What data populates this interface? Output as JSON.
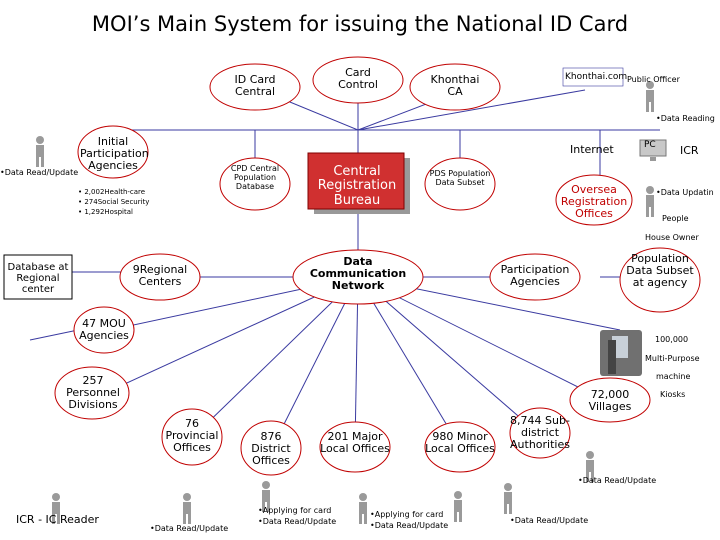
{
  "title": "MOI’s Main System  for issuing  the National ID Card",
  "nodes": {
    "id_card_central": "ID Card Central",
    "card_control": "Card Control",
    "khonthai_ca": "Khonthai CA",
    "khonthai_com": "Khonthai.com",
    "public_officer": "Public Officer",
    "initial_participation": "Initial Participation Agencies",
    "cpd": "CPD Central Population Database",
    "central_registration": "Central Registration Bureau",
    "pds": "PDS Population Data Subset",
    "internet": "Internet",
    "oversea": "Oversea Registration Offices",
    "pc": "PC",
    "icr": "ICR",
    "data_comm": "Data Communication Network",
    "regional_db": "Database at Regional center",
    "regional_centers": "9Regional Centers",
    "participation_agencies": "Participation Agencies",
    "population_subset": "Population Data Subset at agency",
    "mou": "47 MOU Agencies",
    "personnel": "257 Personnel Divisions",
    "provincial": "76 Provincial Offices",
    "district": "876 District Offices",
    "major_local": "201 Major Local Offices",
    "minor_local": "980 Minor Local Offices",
    "subdistrict": "8,744 Sub-district Authorities",
    "villages": "72,000 Villages"
  },
  "labels": {
    "data_reading": "•Data Reading",
    "data_read_update_left": "•Data Read/Update",
    "health": "• 2,002Health-care",
    "social": "• 274Social Security",
    "hospital": "•    1,292Hospital",
    "data_updating": "•Data Updatin",
    "people": "People",
    "house_owner": "House Owner",
    "machines_count": "100,000",
    "machines_type": "Multi-Purpose",
    "machine": "machine",
    "kiosks": "Kiosks",
    "read_update_right": "•Data Read/Update",
    "icr_reader": "ICR - IC Reader",
    "read_update_bl": "•Data Read/Update",
    "apply1": "•Applying for card",
    "read_update_b1": "•Data Read/Update",
    "apply2": "•Applying for card",
    "read_update_b2": "•Data Read/Update",
    "read_update_br": "•Data Read/Update"
  },
  "colors": {
    "ellipse_stroke": "#c00000",
    "line": "#3a3aa0",
    "crb_fill": "#d03030",
    "crb_text": "#ffffff",
    "oversea_text": "#c00000"
  }
}
